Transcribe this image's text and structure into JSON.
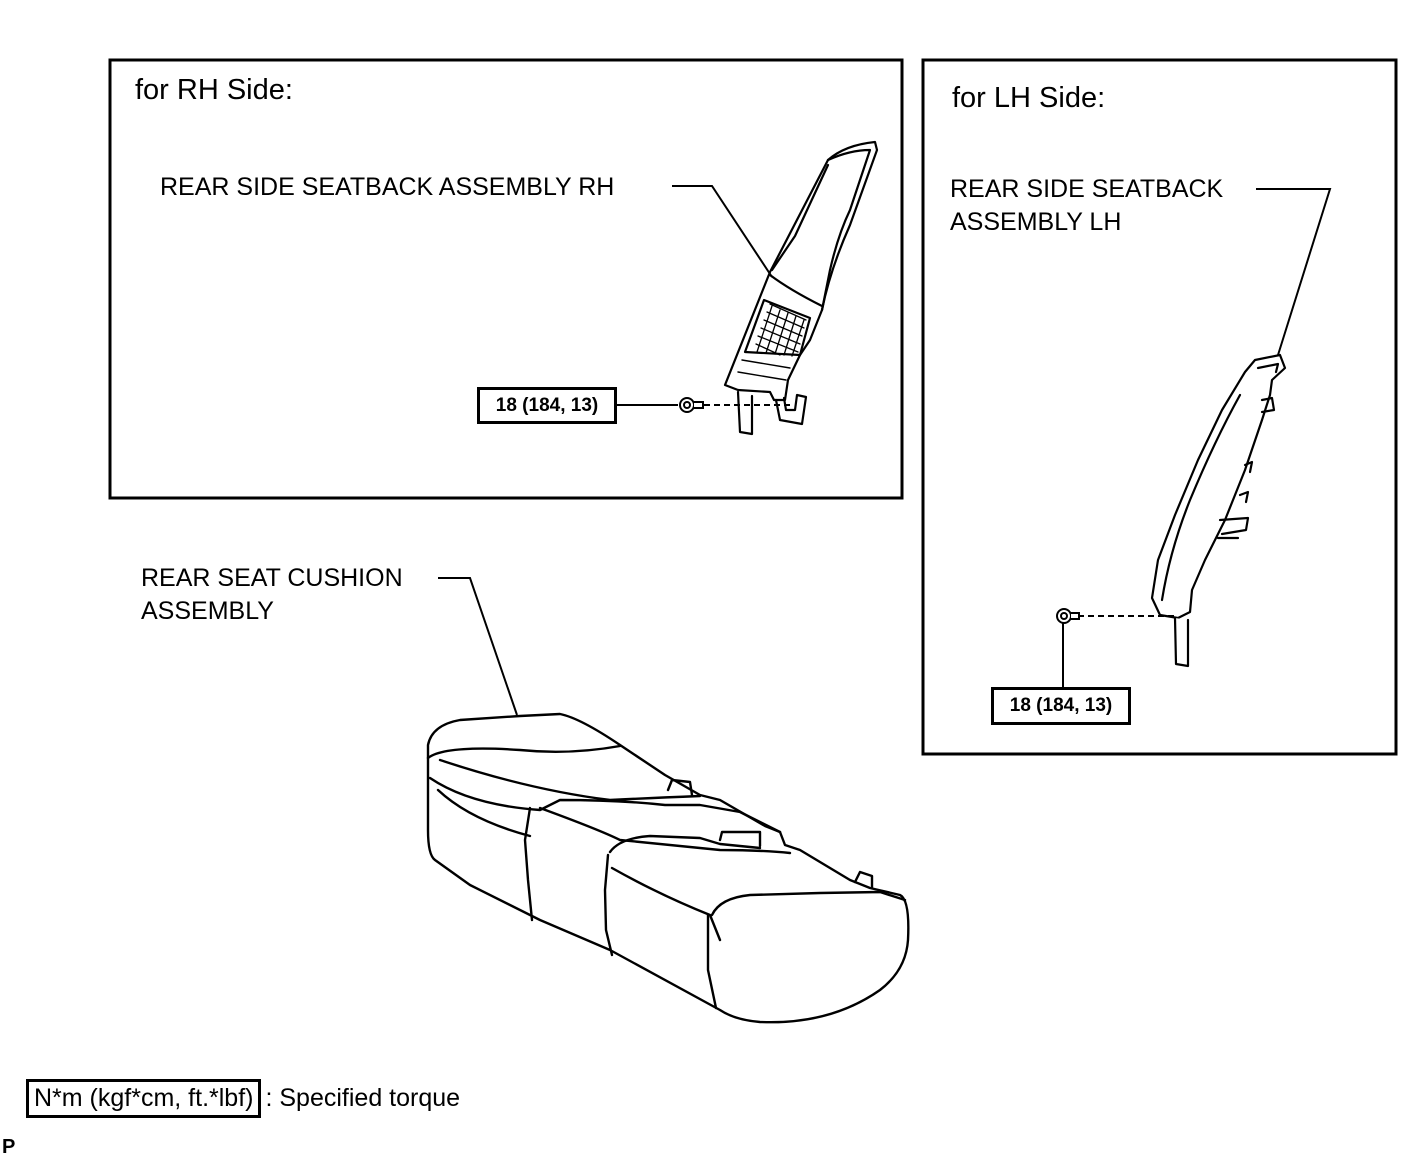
{
  "rh_panel": {
    "heading": "for RH Side:",
    "part_label": "REAR SIDE SEATBACK ASSEMBLY RH",
    "torque": "18 (184, 13)"
  },
  "lh_panel": {
    "heading": "for LH Side:",
    "part_label_line1": "REAR SIDE SEATBACK",
    "part_label_line2": "ASSEMBLY LH",
    "torque": "18 (184, 13)"
  },
  "cushion": {
    "label_line1": "REAR SEAT CUSHION",
    "label_line2": "ASSEMBLY"
  },
  "legend": {
    "unit_box": "N*m (kgf*cm, ft.*lbf)",
    "description": ": Specified torque"
  },
  "illustration_code": "P"
}
